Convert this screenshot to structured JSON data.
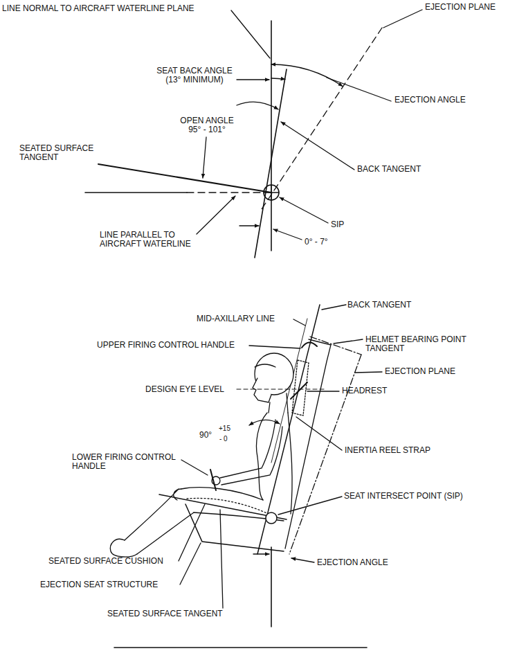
{
  "diagram": {
    "labels": [
      "LINE NORMAL TO AIRCRAFT WATERLINE PLANE",
      "EJECTION PLANE",
      "SEAT BACK ANGLE (13° MINIMUM)",
      "EJECTION ANGLE",
      "OPEN ANGLE 95° - 101°",
      "SEATED SURFACE TANGENT",
      "BACK TANGENT",
      "SIP",
      "LINE PARALLEL TO AIRCRAFT WATERLINE",
      "0° - 7°",
      "BACK TANGENT",
      "MID-AXILLARY LINE",
      "UPPER FIRING CONTROL HANDLE",
      "HELMET BEARING POINT TANGENT",
      "EJECTION PLANE",
      "DESIGN EYE LEVEL",
      "HEADREST",
      "90°",
      "+15",
      "- 0",
      "INERTIA REEL STRAP",
      "LOWER FIRING CONTROL HANDLE",
      "SEAT INTERSECT POINT (SIP)",
      "SEATED SURFACE CUSHION",
      "EJECTION ANGLE",
      "EJECTION SEAT STRUCTURE",
      "SEATED SURFACE TANGENT"
    ]
  }
}
